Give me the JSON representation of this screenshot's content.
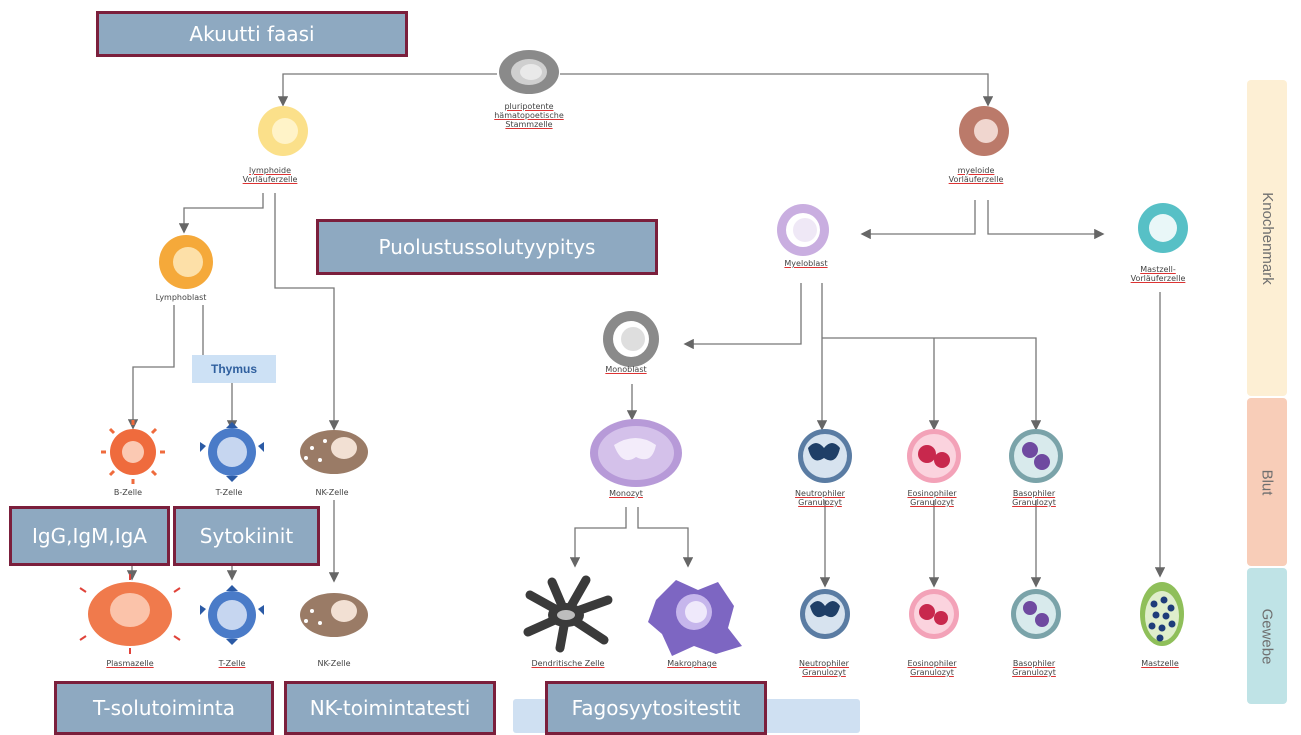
{
  "boxes": {
    "akuutti": "Akuutti faasi",
    "puolustus": "Puolustussolutyypitys",
    "ig": "IgG,IgM,IgA",
    "sytokiinit": "Sytokiinit",
    "tsolu": "T-solutoiminta",
    "nk": "NK-toimintatesti",
    "fago": "Fagosyytositestit"
  },
  "side_bands": {
    "knochenmark": "Knochenmark",
    "blut": "Blut",
    "gewebe": "Gewebe"
  },
  "thymus": "Thymus",
  "cells": {
    "stem": "pluripotente hämatopoetische Stammzelle",
    "lymphoid": "lymphoide Vorläuferzelle",
    "myeloid": "myeloide Vorläuferzelle",
    "lymphoblast": "Lymphoblast",
    "myeloblast": "Myeloblast",
    "mast_prec": "Mastzell-Vorläuferzelle",
    "monoblast": "Monoblast",
    "bcell": "B-Zelle",
    "tcell": "T-Zelle",
    "nkcell": "NK-Zelle",
    "monocyte": "Monozyt",
    "neutro": "Neutrophiler Granulozyt",
    "eosino": "Eosinophiler Granulozyt",
    "baso": "Basophiler Granulozyt",
    "plasma": "Plasmazelle",
    "tcell2": "T-Zelle",
    "nkcell2": "NK-Zelle",
    "dendritic": "Dendritische Zelle",
    "macrophage": "Makrophage",
    "neutro2": "Neutrophiler Granulozyt",
    "eosino2": "Eosinophiler Granulozyt",
    "baso2": "Basophiler Granulozyt",
    "mast": "Mastzelle"
  },
  "colors": {
    "box_fill": "#8ea9c1",
    "box_border": "#7b1f3c",
    "knochenmark": "#fdefd4",
    "blut": "#f8cdb8",
    "gewebe": "#bfe3e6"
  }
}
